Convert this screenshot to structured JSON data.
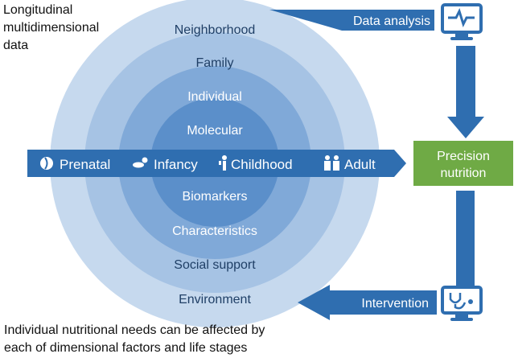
{
  "title_note": [
    "Longitudinal",
    "multidimensional",
    "data"
  ],
  "rings": [
    "Neighborhood",
    "Family",
    "Individual",
    "Molecular",
    "Biomarkers",
    "Characteristics",
    "Social support",
    "Environment"
  ],
  "life_stages": [
    {
      "label": "Prenatal",
      "icon": "fetus-icon"
    },
    {
      "label": "Infancy",
      "icon": "crawling-baby-icon"
    },
    {
      "label": "Childhood",
      "icon": "child-icon"
    },
    {
      "label": "Adult",
      "icon": "adults-icon"
    }
  ],
  "data_analysis": "Data analysis",
  "precision_nutrition": [
    "Precision",
    "nutrition"
  ],
  "intervention": "Intervention",
  "footer": [
    "Individual nutritional needs can be affected by",
    "each of dimensional factors and life stages"
  ],
  "colors": {
    "ring1": "#c6d9ee",
    "ring2": "#a6c3e4",
    "ring3": "#80a9d8",
    "ring4": "#5b8fca",
    "band": "#2f6eb0",
    "green": "#6faa45"
  }
}
